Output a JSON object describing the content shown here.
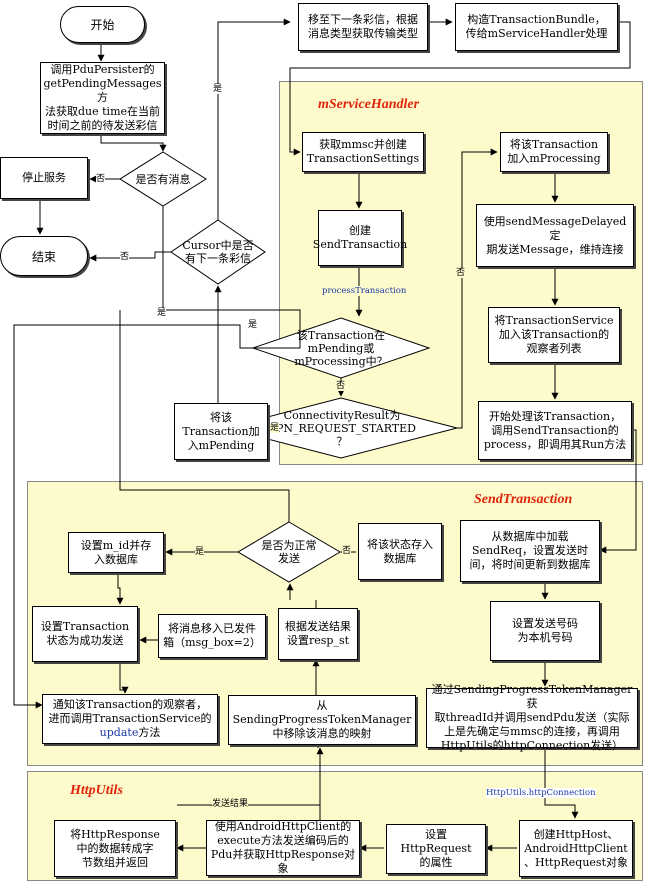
{
  "panels": {
    "mservice": "mServiceHandler",
    "sendtx": "SendTransaction",
    "httputils": "HttpUtils"
  },
  "nodes": {
    "start": "开始",
    "get_pending": "调用PduPersister的\ngetPendingMessages方\n法获取due time在当前\n时间之前的待发送彩信",
    "has_msg": "是否有消息",
    "stop_service": "停止服务",
    "end": "结束",
    "cursor_next": "Cursor中是否\n有下一条彩信",
    "move_next": "移至下一条彩信，根据\n消息类型获取传输类型",
    "build_bundle": "构造TransactionBundle，\n传给mServiceHandler处理",
    "get_mmsc": "获取mmsc并创建\nTransactionSettings",
    "create_send": "创建\nSendTransaction",
    "in_pending": "该Transaction在\nmPending或\nmProcessing中？",
    "connectivity": "ConnectivityResult为\nAPN_REQUEST_STARTED\n？",
    "add_pending": "将该\nTransaction加\n入mPending",
    "add_processing": "将该Transaction\n加入mProcessing",
    "send_delayed": "使用sendMessageDelayed定\n期发送Message，维持连接",
    "add_observer": "将TransactionService\n加入该Transaction的\n观察者列表",
    "start_process": "开始处理该Transaction，\n调用SendTransaction的\nprocess，即调用其Run方法",
    "load_sendreq": "从数据库中加载\nSendReq，设置发送时\n间，将时间更新到数据库",
    "set_number": "设置发送号码\n为本机号码",
    "send_pdu": "通过SendingProgressTokenManager获\n取threadId并调用sendPdu发送（实际\n上是先确定与mmsc的连接，再调用\nHttpUtils的httpConnection发送）",
    "save_status": "将该状态存入\n数据库",
    "send_ok": "是否为正常\n发送",
    "set_mid": "设置m_id并存\n入数据库",
    "set_resp": "根据发送结果\n设置resp_st",
    "move_sent": "将消息移入已发件\n箱（msg_box=2）",
    "set_success": "设置Transaction\n状态为成功发送",
    "notify_pre": "通知该Transaction的观察者，\n进而调用TransactionService的",
    "notify_update": "update",
    "notify_post": "方法",
    "remove_map": "从SendingProgressTokenManager\n中移除该消息的映射",
    "create_httphost": "创建HttpHost、\nAndroidHttpClient\n、HttpRequest对象",
    "set_request": "设置HttpRequest\n的属性",
    "execute": "使用AndroidHttpClient的\nexecute方法发送编码后的\nPdu并获取HttpResponse对象",
    "convert": "将HttpResponse\n中的数据转成字\n节数组并返回"
  },
  "labels": {
    "yes": "是",
    "no": "否",
    "process_tx": "processTransaction",
    "http_conn": "HttpUtils.httpConnection",
    "send_result": "发送结果"
  }
}
